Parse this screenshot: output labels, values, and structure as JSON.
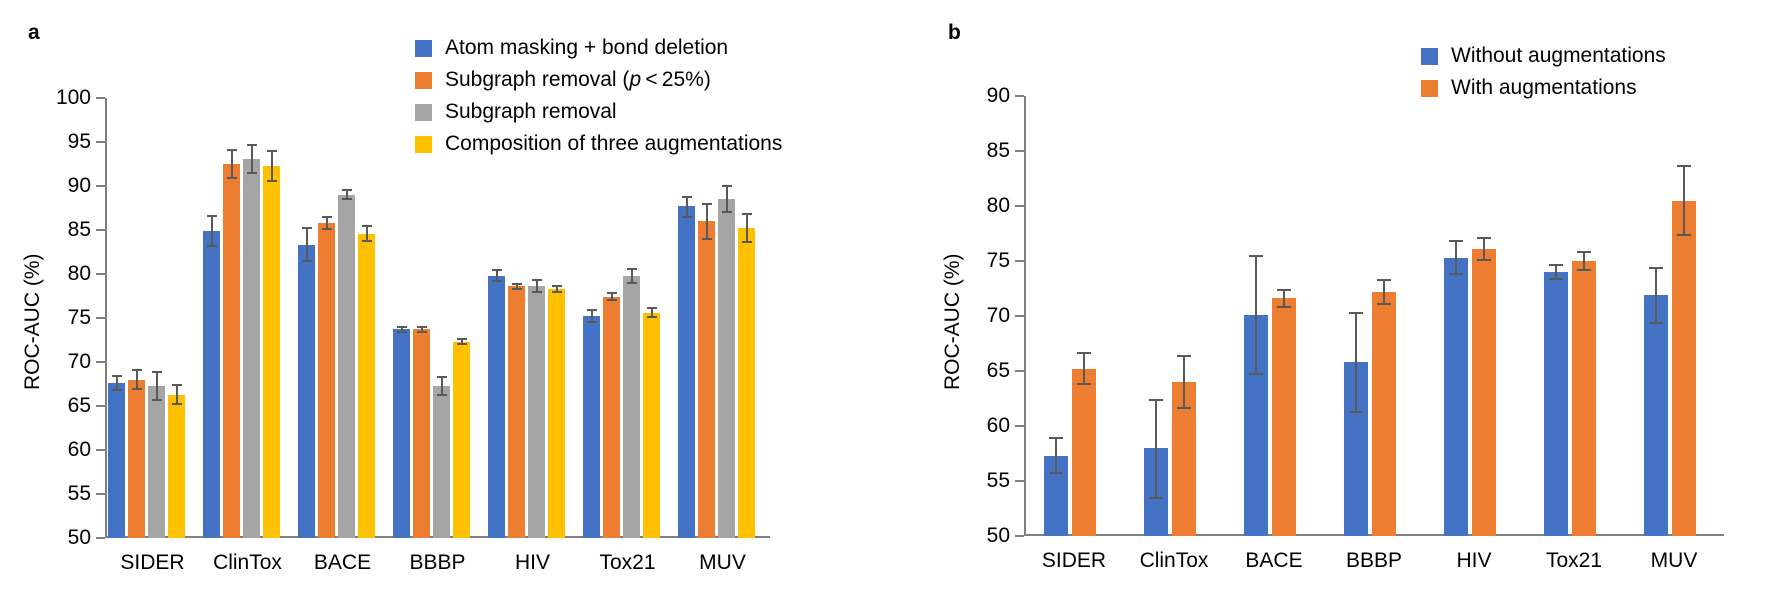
{
  "figure": {
    "panel_a_letter": "a",
    "panel_b_letter": "b"
  },
  "colors": {
    "blue": "#4472C4",
    "orange": "#ED7D31",
    "gray": "#A5A5A5",
    "yellow": "#FFC000",
    "axis": "#7F7F7F",
    "error_bar": "#595959"
  },
  "panel_a": {
    "letter": "a",
    "ylabel": "ROC-AUC (%)",
    "legend": [
      {
        "label": "Atom masking + bond deletion",
        "color": "#4472C4"
      },
      {
        "label": "Subgraph removal (p < 25%)",
        "color": "#ED7D31"
      },
      {
        "label": "Subgraph removal",
        "color": "#A5A5A5"
      },
      {
        "label": "Composition of three augmentations",
        "color": "#FFC000"
      }
    ]
  },
  "panel_b": {
    "letter": "b",
    "ylabel": "ROC-AUC (%)",
    "legend": [
      {
        "label": "Without augmentations",
        "color": "#4472C4"
      },
      {
        "label": "With augmentations",
        "color": "#ED7D31"
      }
    ]
  },
  "chart_data": [
    {
      "panel": "a",
      "type": "bar",
      "title": "",
      "xlabel": "",
      "ylabel": "ROC-AUC (%)",
      "ylim": [
        50,
        100
      ],
      "yticks": [
        50,
        55,
        60,
        65,
        70,
        75,
        80,
        85,
        90,
        95,
        100
      ],
      "grid": false,
      "legend_position": "top-center-right",
      "categories": [
        "SIDER",
        "ClinTox",
        "BACE",
        "BBBP",
        "HIV",
        "Tox21",
        "MUV"
      ],
      "series": [
        {
          "name": "Atom masking + bond deletion",
          "color": "#4472C4",
          "values": [
            67.6,
            84.9,
            83.3,
            73.7,
            79.8,
            75.2,
            87.7
          ],
          "err_low": [
            66.8,
            83.2,
            81.5,
            73.4,
            79.2,
            74.6,
            86.5
          ],
          "err_high": [
            68.4,
            86.6,
            85.2,
            74.0,
            80.4,
            75.9,
            88.8
          ]
        },
        {
          "name": "Subgraph removal (p < 25%)",
          "color": "#ED7D31",
          "values": [
            68.0,
            92.5,
            85.8,
            73.7,
            78.6,
            77.4,
            86.0
          ],
          "err_low": [
            66.9,
            90.9,
            85.1,
            73.4,
            78.3,
            77.0,
            84.0
          ],
          "err_high": [
            69.1,
            94.1,
            86.5,
            74.0,
            78.9,
            77.8,
            88.0
          ]
        },
        {
          "name": "Subgraph removal",
          "color": "#A5A5A5",
          "values": [
            67.3,
            93.1,
            89.0,
            67.3,
            78.6,
            79.8,
            88.5
          ],
          "err_low": [
            65.7,
            91.5,
            88.5,
            66.3,
            77.9,
            79.0,
            87.0
          ],
          "err_high": [
            68.9,
            94.7,
            89.5,
            68.3,
            79.3,
            80.6,
            90.0
          ]
        },
        {
          "name": "Composition of three augmentations",
          "color": "#FFC000",
          "values": [
            66.3,
            92.3,
            84.6,
            72.3,
            78.3,
            75.6,
            85.2
          ],
          "err_low": [
            65.2,
            90.6,
            83.8,
            72.0,
            78.0,
            75.1,
            83.6
          ],
          "err_high": [
            67.4,
            94.0,
            85.4,
            72.6,
            78.6,
            76.1,
            86.8
          ]
        }
      ]
    },
    {
      "panel": "b",
      "type": "bar",
      "title": "",
      "xlabel": "",
      "ylabel": "ROC-AUC (%)",
      "ylim": [
        50,
        90
      ],
      "yticks": [
        50,
        55,
        60,
        65,
        70,
        75,
        80,
        85,
        90
      ],
      "grid": false,
      "legend_position": "top-right",
      "categories": [
        "SIDER",
        "ClinTox",
        "BACE",
        "BBBP",
        "HIV",
        "Tox21",
        "MUV"
      ],
      "series": [
        {
          "name": "Without augmentations",
          "color": "#4472C4",
          "values": [
            57.3,
            58.0,
            70.1,
            65.8,
            75.3,
            74.0,
            71.9
          ],
          "err_low": [
            55.7,
            53.5,
            64.7,
            61.3,
            73.8,
            73.4,
            69.4
          ],
          "err_high": [
            58.9,
            62.4,
            75.5,
            70.3,
            76.8,
            74.6,
            74.4
          ]
        },
        {
          "name": "With augmentations",
          "color": "#ED7D31",
          "values": [
            65.2,
            64.0,
            71.6,
            72.2,
            76.1,
            75.0,
            80.5
          ],
          "err_low": [
            63.8,
            61.6,
            70.8,
            71.1,
            75.1,
            74.2,
            77.4
          ],
          "err_high": [
            66.6,
            66.4,
            72.4,
            73.3,
            77.1,
            75.8,
            83.6
          ]
        }
      ]
    }
  ]
}
